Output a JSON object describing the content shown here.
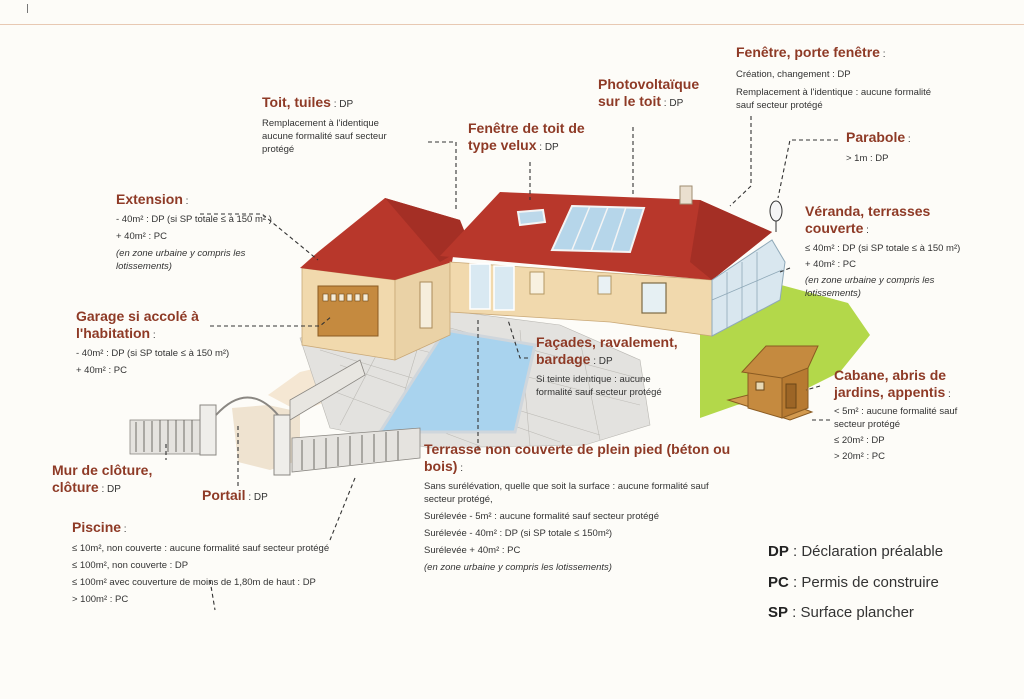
{
  "labels": {
    "toit": {
      "title": "Toit, tuiles",
      "suffix": " : DP",
      "lines": [
        "Remplacement à l'identique",
        "aucune formalité sauf secteur",
        "protégé"
      ]
    },
    "photovoltaique": {
      "title_l1": "Photovoltaïque",
      "title_l2": "sur le toit",
      "suffix": " : DP"
    },
    "fenetre_porte": {
      "title": "Fenêtre, porte fenêtre",
      "suffix": " :",
      "lines": [
        "Création, changement : DP",
        "Remplacement à l'identique : aucune formalité",
        "sauf secteur protégé"
      ]
    },
    "velux": {
      "title_l1": "Fenêtre de toit de",
      "title_l2": "type velux",
      "suffix": " : DP"
    },
    "parabole": {
      "title": "Parabole",
      "suffix": " :",
      "lines": [
        "> 1m : DP"
      ]
    },
    "extension": {
      "title": "Extension",
      "suffix": " :",
      "lines": [
        "- 40m² : DP (si SP totale ≤ à 150 m² )",
        "+ 40m² : PC"
      ],
      "italic_lines": [
        "(en zone urbaine y compris les",
        "lotissements)"
      ]
    },
    "veranda": {
      "title_l1": "Véranda, terrasses",
      "title_l2": "couverte",
      "suffix": " :",
      "lines": [
        "≤ 40m² : DP (si SP totale ≤ à 150 m²)",
        "+ 40m² : PC"
      ],
      "italic_lines": [
        "(en zone urbaine y compris les",
        "lotissements)"
      ]
    },
    "garage": {
      "title_l1": "Garage si accolé à",
      "title_l2": "l'habitation",
      "suffix": " :",
      "lines": [
        "- 40m² : DP (si SP totale ≤ à 150 m²)",
        "+ 40m² : PC"
      ]
    },
    "facades": {
      "title_l1": "Façades, ravalement,",
      "title_l2": "bardage",
      "suffix": " : DP",
      "lines": [
        "Si teinte identique : aucune",
        "formalité sauf secteur protégé"
      ]
    },
    "cabane": {
      "title_l1": "Cabane, abris de",
      "title_l2": "jardins, appentis",
      "suffix": " :",
      "lines": [
        "< 5m² : aucune formalité sauf",
        "secteur protégé",
        "≤ 20m² : DP",
        "> 20m² : PC"
      ]
    },
    "terrasse": {
      "title_l1": "Terrasse non couverte de plein pied (béton ou",
      "title_l2": "bois)",
      "suffix": " :",
      "lines": [
        "Sans surélévation, quelle que soit la surface : aucune formalité sauf",
        "secteur protégé,",
        "Surélevée - 5m² : aucune formalité sauf secteur protégé",
        "Surélevée - 40m² : DP (si SP totale ≤ 150m²)",
        "Surélevée + 40m² : PC"
      ],
      "italic_lines": [
        "(en zone urbaine y compris les lotissements)"
      ]
    },
    "mur": {
      "title_l1": "Mur de clôture,",
      "title_l2": "clôture",
      "suffix": " : DP"
    },
    "portail": {
      "title": "Portail",
      "suffix": " : DP"
    },
    "piscine": {
      "title": "Piscine",
      "suffix": " :",
      "lines": [
        "≤ 10m², non couverte : aucune formalité sauf secteur protégé",
        "≤ 100m², non couverte : DP",
        "≤ 100m² avec couverture de moins de 1,80m de haut : DP",
        "> 100m² : PC"
      ]
    }
  },
  "legend": [
    {
      "abbr": "DP",
      "text": " : Déclaration préalable"
    },
    {
      "abbr": "PC",
      "text": " : Permis de construire"
    },
    {
      "abbr": "SP",
      "text": " : Surface plancher"
    }
  ],
  "colors": {
    "label": "#8e3a26",
    "roof": "#b8372b",
    "wall": "#f1d9ad",
    "lawn": "#b3d84a",
    "pool": "#a9d3ee",
    "wood": "#c58a3f",
    "paving": "#e3e2df"
  }
}
